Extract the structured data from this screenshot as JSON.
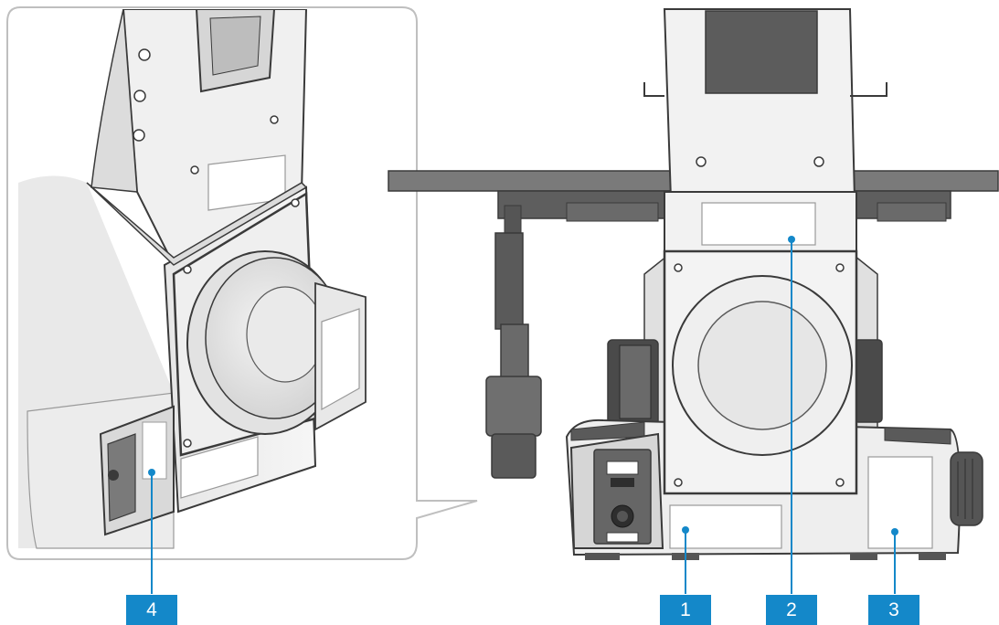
{
  "callouts": [
    {
      "label": "1"
    },
    {
      "label": "2"
    },
    {
      "label": "3"
    },
    {
      "label": "4"
    }
  ],
  "colors": {
    "callout": "#1488c9",
    "outline": "#3a3a3a",
    "body_light": "#efefef",
    "body_mid": "#d9d9d9",
    "dark_part": "#666666",
    "stage": "#7a7a7a",
    "zoom_frame": "#bfbfbf"
  }
}
